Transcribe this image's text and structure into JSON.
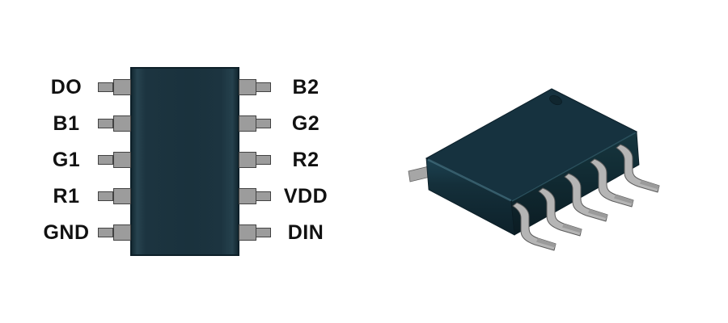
{
  "colors": {
    "background": "#ffffff",
    "label-text": "#111111",
    "ic-body": "#1c3440",
    "ic-body-border": "#0d2029",
    "pin-fill": "#9c9c9c",
    "pin-border": "#424242",
    "pkg-top": "#16323f",
    "lead-fill": "#b5b5b5",
    "lead-shade": "#9b9b9b",
    "lead-outline": "#5a5a5a"
  },
  "pinout": {
    "left_pins": [
      "DO",
      "B1",
      "G1",
      "R1",
      "GND"
    ],
    "right_pins": [
      "B2",
      "G2",
      "R2",
      "VDD",
      "DIN"
    ]
  },
  "package_3d": {
    "type": "soic-10-package",
    "front_lead_count": 5,
    "pin1_marker": "dimple"
  }
}
